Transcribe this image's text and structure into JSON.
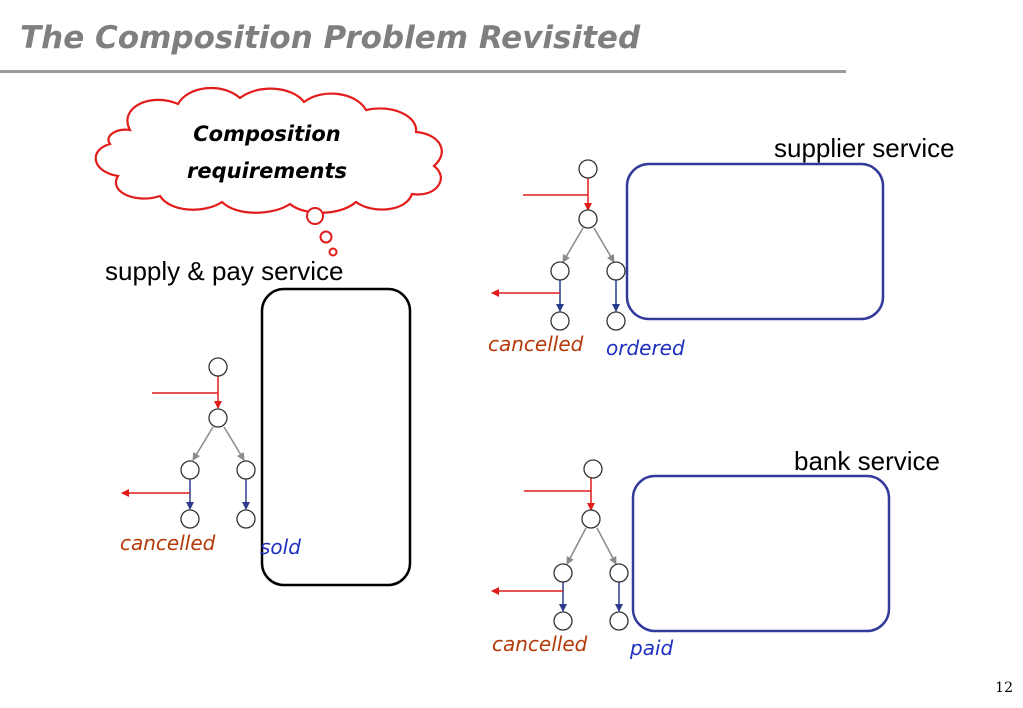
{
  "title": "The Composition Problem Revisited",
  "cloud": {
    "line1": "Composition",
    "line2": "requirements"
  },
  "services": {
    "supply_pay": {
      "label": "supply & pay service",
      "fail_state": "cancelled",
      "success_state": "sold"
    },
    "supplier": {
      "label": "supplier service",
      "fail_state": "cancelled",
      "success_state": "ordered"
    },
    "bank": {
      "label": "bank service",
      "fail_state": "cancelled",
      "success_state": "paid"
    }
  },
  "colors": {
    "title": "#7f7f7f",
    "cloud_outline": "#e21b1b",
    "red_arrow": "#e21b1b",
    "blue_arrow": "#2b3a8f",
    "gray_edge": "#8a8a8a",
    "service_box_blue": "#343a9c",
    "service_box_black": "#000000",
    "fail_label": "#b43a0a",
    "success_label": "#1f2fbf"
  },
  "page_number": "12"
}
